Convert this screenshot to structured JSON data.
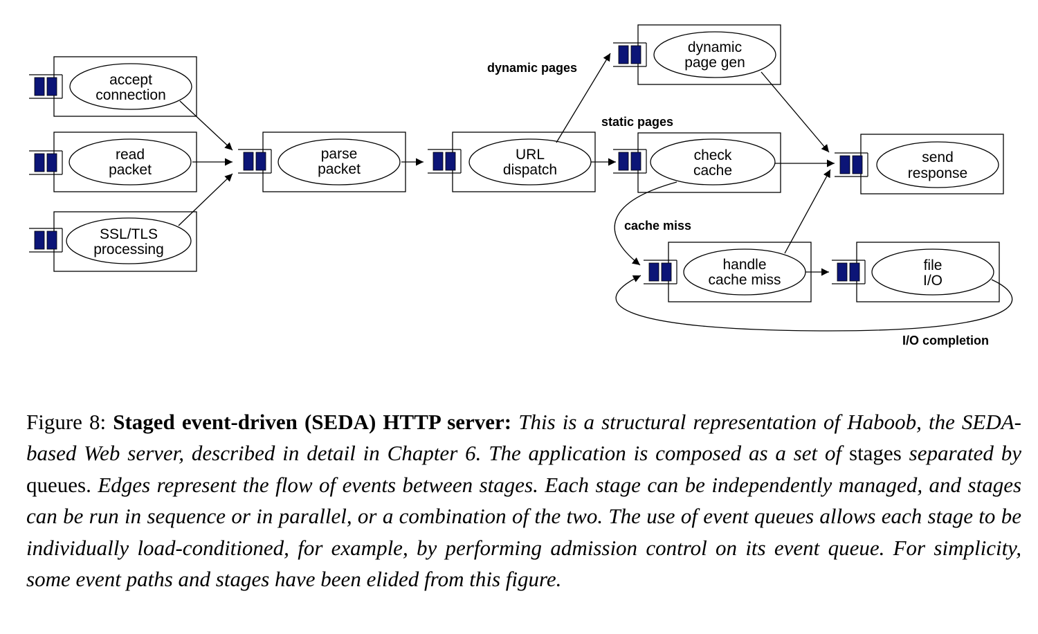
{
  "stages": [
    {
      "id": "accept",
      "lines": [
        "accept",
        "connection"
      ]
    },
    {
      "id": "read",
      "lines": [
        "read",
        "packet"
      ]
    },
    {
      "id": "ssl",
      "lines": [
        "SSL/TLS",
        "processing"
      ]
    },
    {
      "id": "parse",
      "lines": [
        "parse",
        "packet"
      ]
    },
    {
      "id": "url",
      "lines": [
        "URL",
        "dispatch"
      ]
    },
    {
      "id": "dynamic",
      "lines": [
        "dynamic",
        "page gen"
      ]
    },
    {
      "id": "check",
      "lines": [
        "check",
        "cache"
      ]
    },
    {
      "id": "send",
      "lines": [
        "send",
        "response"
      ]
    },
    {
      "id": "handle",
      "lines": [
        "handle",
        "cache miss"
      ]
    },
    {
      "id": "fileio",
      "lines": [
        "file",
        "I/O"
      ]
    }
  ],
  "edge_labels": {
    "dynamic_pages": "dynamic pages",
    "static_pages": "static pages",
    "cache_miss": "cache miss",
    "io_completion": "I/O completion"
  },
  "colors": {
    "queue_fill": "#0c1577",
    "line": "#000000"
  },
  "caption": {
    "figure_label": "Figure 8:",
    "title": "Staged event-driven (SEDA) HTTP server:",
    "p1": "This is a structural representation of Haboob, the SEDA-based Web server, described in detail in Chapter 6. The application is composed as a set of",
    "w_stages": "stages",
    "p2": "separated by",
    "w_queues": "queues.",
    "p3": "Edges represent the flow of events between stages. Each stage can be independently managed, and stages can be run in sequence or in parallel, or a combination of the two. The use of event queues allows each stage to be individually load-conditioned, for example, by performing admission control on its event queue. For simplicity, some event paths and stages have been elided from this figure."
  }
}
